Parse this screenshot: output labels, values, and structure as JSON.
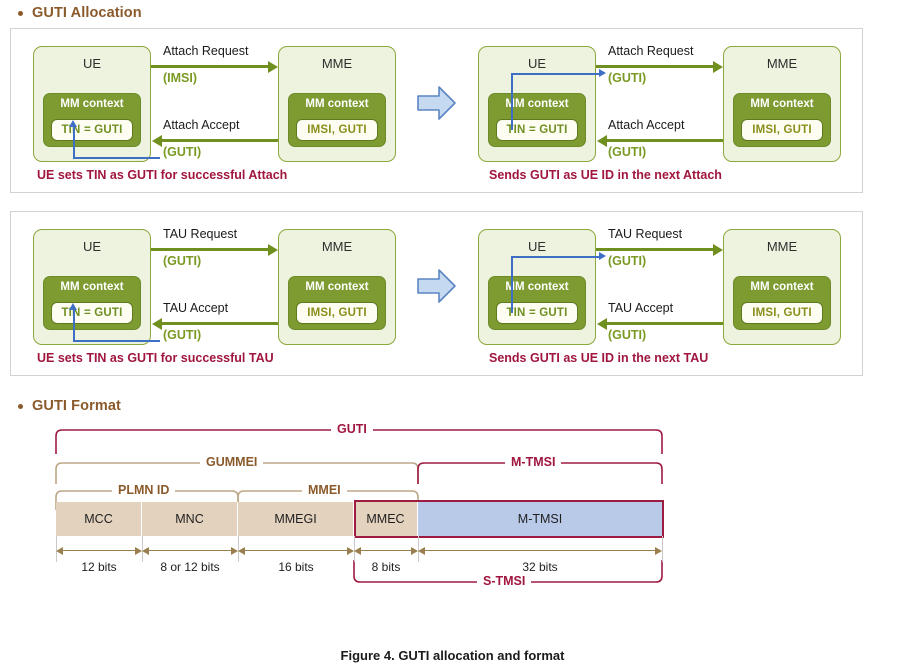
{
  "sections": [
    {
      "heading": "GUTI Allocation"
    },
    {
      "heading": "GUTI Format"
    }
  ],
  "colors": {
    "node_fill": "#eef3df",
    "node_border": "#8aa83c",
    "mmctx_fill": "#7d9b31",
    "arrow_green": "#6f8f1f",
    "caption_red": "#a0163e",
    "heading_brown": "#8a5a2b",
    "segment_tan": "#e2d2be",
    "segment_blue": "#b9c9e8",
    "bracket_tan": "#8a5a2b",
    "bracket_red": "#9e1b42",
    "blue_connector": "#3f6fc4",
    "block_arrow_fill": "#c5d9f0",
    "block_arrow_border": "#5b86c4"
  },
  "attach_panel": {
    "left": {
      "ue": {
        "title": "UE",
        "context_title": "MM context",
        "context_value": "TIN = GUTI"
      },
      "mme": {
        "title": "MME",
        "context_title": "MM context",
        "context_value": "IMSI, GUTI"
      },
      "request": {
        "name": "Attach Request",
        "param": "(IMSI)"
      },
      "accept": {
        "name": "Attach Accept",
        "param": "(GUTI)"
      },
      "caption": "UE sets TIN as GUTI for successful Attach"
    },
    "right": {
      "ue": {
        "title": "UE",
        "context_title": "MM context",
        "context_value": "TIN = GUTI"
      },
      "mme": {
        "title": "MME",
        "context_title": "MM context",
        "context_value": "IMSI, GUTI"
      },
      "request": {
        "name": "Attach Request",
        "param": "(GUTI)"
      },
      "accept": {
        "name": "Attach Accept",
        "param": "(GUTI)"
      },
      "caption": "Sends GUTI as UE ID in the next Attach"
    }
  },
  "tau_panel": {
    "left": {
      "ue": {
        "title": "UE",
        "context_title": "MM context",
        "context_value": "TIN = GUTI"
      },
      "mme": {
        "title": "MME",
        "context_title": "MM context",
        "context_value": "IMSI, GUTI"
      },
      "request": {
        "name": "TAU Request",
        "param": "(GUTI)"
      },
      "accept": {
        "name": "TAU Accept",
        "param": "(GUTI)"
      },
      "caption": "UE sets TIN as GUTI for successful TAU"
    },
    "right": {
      "ue": {
        "title": "UE",
        "context_title": "MM context",
        "context_value": "TIN = GUTI"
      },
      "mme": {
        "title": "MME",
        "context_title": "MM context",
        "context_value": "IMSI, GUTI"
      },
      "request": {
        "name": "TAU Request",
        "param": "(GUTI)"
      },
      "accept": {
        "name": "TAU Accept",
        "param": "(GUTI)"
      },
      "caption": "Sends GUTI as UE ID in the next TAU"
    }
  },
  "guti_format": {
    "segments": [
      {
        "label": "MCC",
        "bits": "12 bits"
      },
      {
        "label": "MNC",
        "bits": "8 or 12 bits"
      },
      {
        "label": "MMEGI",
        "bits": "16 bits"
      },
      {
        "label": "MMEC",
        "bits": "8 bits"
      },
      {
        "label": "M-TMSI",
        "bits": "32 bits"
      }
    ],
    "brackets": {
      "guti": "GUTI",
      "gummei": "GUMMEI",
      "mtmsi": "M-TMSI",
      "plmn_id": "PLMN ID",
      "mmei": "MMEI",
      "stmsi": "S-TMSI"
    }
  },
  "figure_caption": "Figure 4. GUTI allocation and format"
}
